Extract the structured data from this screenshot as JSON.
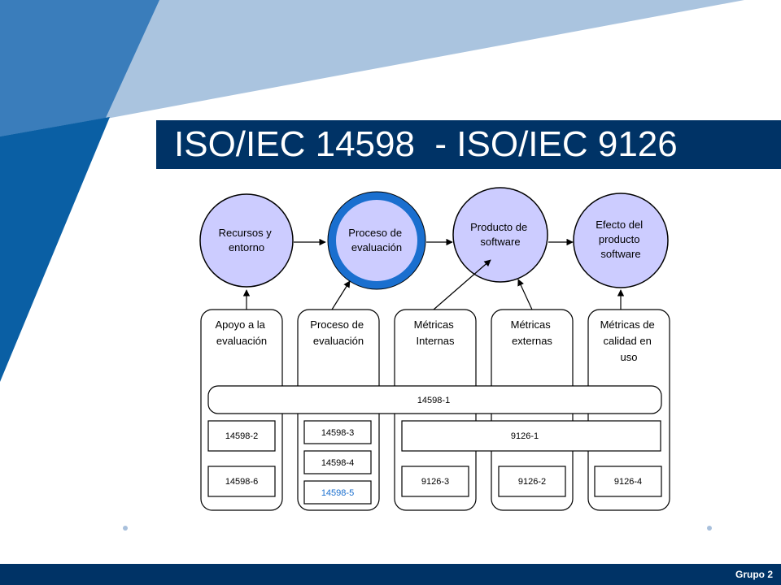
{
  "slide": {
    "title": "ISO/IEC 14598  - ISO/IEC 9126",
    "footer": "Grupo 2"
  },
  "colors": {
    "navy": "#003366",
    "blue_dark": "#0a5fa4",
    "blue_mid": "#3a7dbb",
    "blue_light": "#aac4df",
    "circle_fill": "#ccccff",
    "ring": "#1a6fcf",
    "link_text": "#1a6fcf"
  },
  "diagram": {
    "circles": [
      {
        "label": [
          "Recursos y",
          "entorno"
        ],
        "highlight": false
      },
      {
        "label": [
          "Proceso de",
          "evaluación"
        ],
        "highlight": true
      },
      {
        "label": [
          "Producto de",
          "software"
        ],
        "highlight": false
      },
      {
        "label": [
          "Efecto del",
          "producto",
          "software"
        ],
        "highlight": false
      }
    ],
    "columns": [
      {
        "label": [
          "Apoyo a la",
          "evaluación"
        ]
      },
      {
        "label": [
          "Proceso de",
          "evaluación"
        ]
      },
      {
        "label": [
          "Métricas",
          "Internas"
        ]
      },
      {
        "label": [
          "Métricas",
          "externas"
        ]
      },
      {
        "label": [
          "Métricas de",
          "calidad en",
          "uso"
        ]
      }
    ],
    "wide_box": "14598-1",
    "wide_box_2": "9126-1",
    "boxes": [
      {
        "label": "14598-2",
        "highlight": false
      },
      {
        "label": "14598-6",
        "highlight": false
      },
      {
        "label": "14598-3",
        "highlight": false
      },
      {
        "label": "14598-4",
        "highlight": false
      },
      {
        "label": "14598-5",
        "highlight": true
      },
      {
        "label": "9126-3",
        "highlight": false
      },
      {
        "label": "9126-2",
        "highlight": false
      },
      {
        "label": "9126-4",
        "highlight": false
      }
    ]
  }
}
